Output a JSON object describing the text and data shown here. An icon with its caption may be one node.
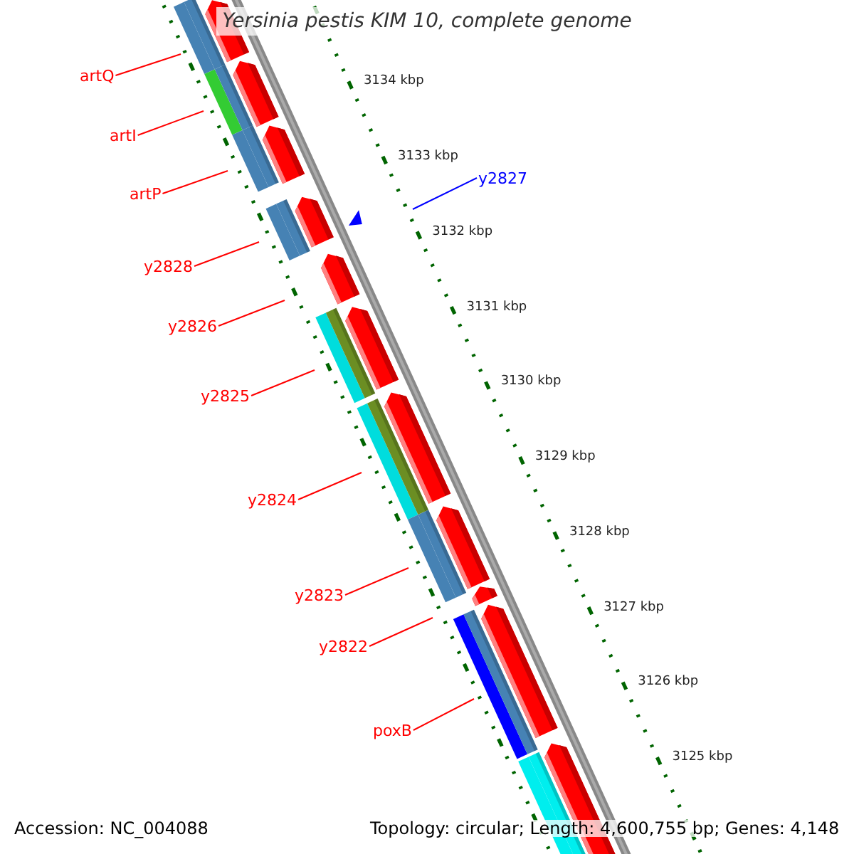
{
  "diagram": {
    "title": "Yersinia pestis KIM 10, complete genome",
    "nodes": [
      {
        "text": [
          "artQ"
        ]
      },
      {
        "text": [
          "artI"
        ]
      },
      {
        "text": [
          "y2827"
        ]
      },
      {
        "text": [
          "artP"
        ]
      },
      {
        "text": [
          "y2828"
        ]
      },
      {
        "text": [
          "y2826"
        ]
      },
      {
        "text": [
          "y2825"
        ]
      },
      {
        "text": [
          "y2824"
        ]
      },
      {
        "text": [
          "y2823"
        ]
      },
      {
        "text": [
          "y2822"
        ]
      },
      {
        "text": [
          "poxB"
        ]
      }
    ],
    "edges": [
      {
        "from": 0,
        "to": null,
        "arrow": "none"
      },
      {
        "from": 1,
        "to": null,
        "arrow": "none"
      },
      {
        "from": 2,
        "to": null,
        "arrow": "none",
        "color": "#0000ff"
      },
      {
        "from": 3,
        "to": null,
        "arrow": "none"
      },
      {
        "from": 4,
        "to": null,
        "arrow": "none"
      },
      {
        "from": 5,
        "to": null,
        "arrow": "none"
      },
      {
        "from": 6,
        "to": null,
        "arrow": "none"
      },
      {
        "from": 7,
        "to": null,
        "arrow": "none"
      },
      {
        "from": 8,
        "to": null,
        "arrow": "none"
      },
      {
        "from": 9,
        "to": null,
        "arrow": "none"
      },
      {
        "from": 10,
        "to": null,
        "arrow": "none"
      }
    ],
    "labels": [
      "3134 kbp",
      "3133 kbp",
      "3132 kbp",
      "3131 kbp",
      "3130 kbp",
      "3129 kbp",
      "3128 kbp",
      "3127 kbp",
      "3126 kbp",
      "3125 kbp",
      "Accession: NC_004088",
      "Topology: circular; Length: 4,600,755 bp; Genes: 4,148"
    ]
  }
}
